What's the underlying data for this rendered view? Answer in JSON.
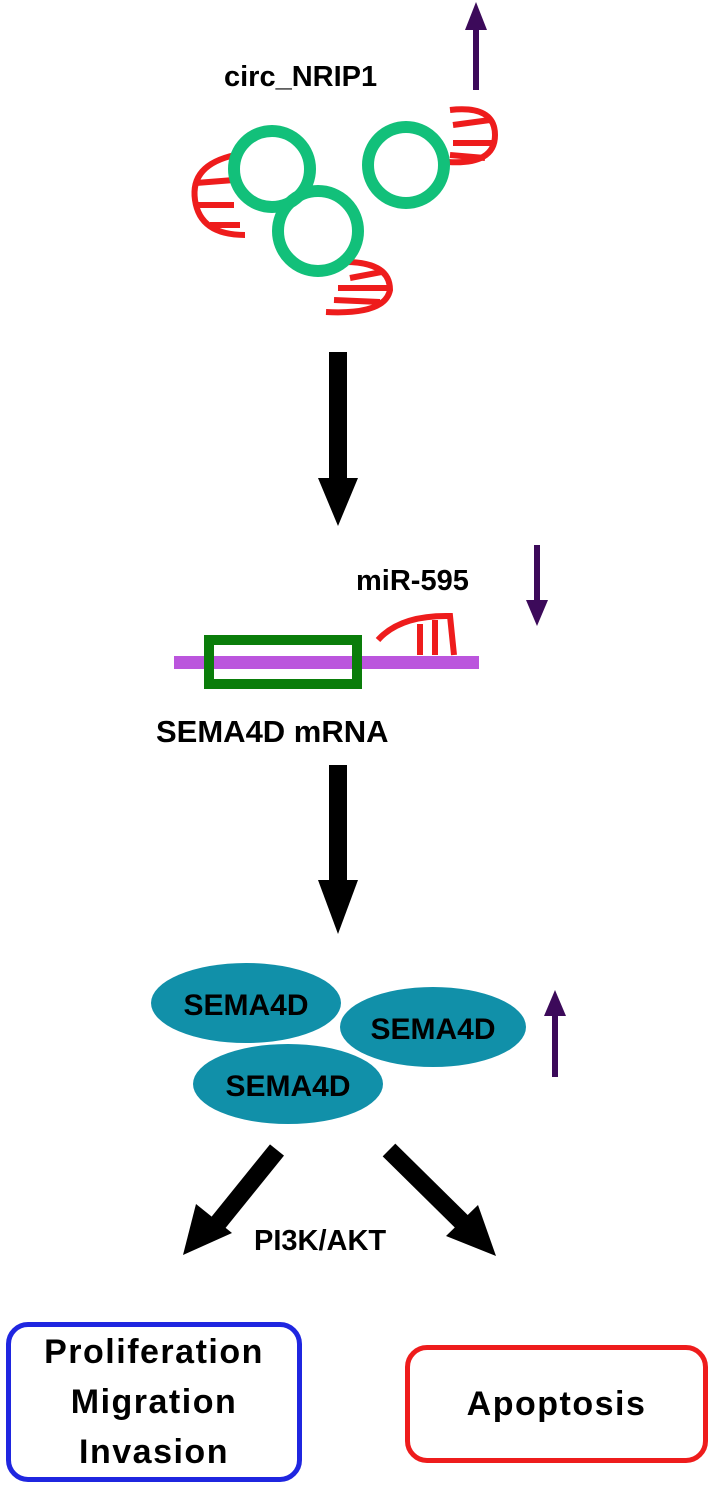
{
  "labels": {
    "circ": "circ_NRIP1",
    "mir": "miR-595",
    "mrna": "SEMA4D mRNA",
    "protein": "SEMA4D",
    "pathway": "PI3K/AKT"
  },
  "outcomes": {
    "proliferation_lines": [
      "Proliferation",
      "Migration",
      "Invasion"
    ],
    "apoptosis": "Apoptosis"
  },
  "regulation": {
    "circ_NRIP1": "up",
    "miR-595": "down",
    "SEMA4D": "up"
  },
  "colors": {
    "circ_ring": "#12c07a",
    "mirna": "#ee1c1c",
    "mrna_strand": "#bb55dd",
    "mrna_box": "#0a7d0a",
    "protein": "#1190a9",
    "regulation_arrow": "#3c0a5a",
    "flow_arrow": "#000000",
    "proliferation_border": "#1f26e0",
    "apoptosis_border": "#ee1c1c"
  }
}
